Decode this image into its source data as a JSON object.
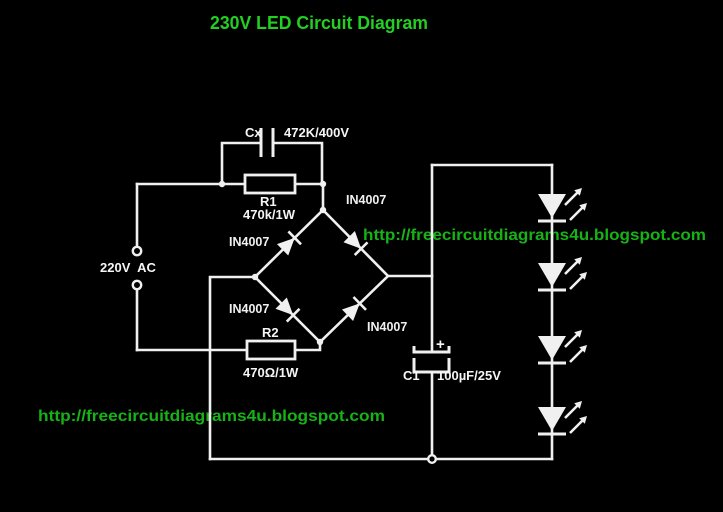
{
  "title": "230V LED Circuit Diagram",
  "watermarks": {
    "middle_url": "http://freecircuitdiagrams4u.blogspot.com",
    "bottom_url": "http://freecircuitdiagrams4u.blogspot.com"
  },
  "colors": {
    "background": "#000000",
    "wire_white": "#f0f0f0",
    "title_green": "#22cf22",
    "url_green": "#16b216"
  },
  "labels": {
    "ac_input": "220V  AC",
    "cx_name": "Cx",
    "cx_value": "472K/400V",
    "r1_name": "R1",
    "r1_value": "470k/1W",
    "r2_name": "R2",
    "r2_value": "470Ω/1W",
    "c1_name": "C1",
    "c1_value": "100µF/25V",
    "c1_polarity": "+",
    "diode_upper_left": "IN4007",
    "diode_upper_right": "IN4007",
    "diode_lower_left": "IN4007",
    "diode_lower_right": "IN4007"
  },
  "components": {
    "led_count": 4,
    "bridge_diode_count": 4
  }
}
